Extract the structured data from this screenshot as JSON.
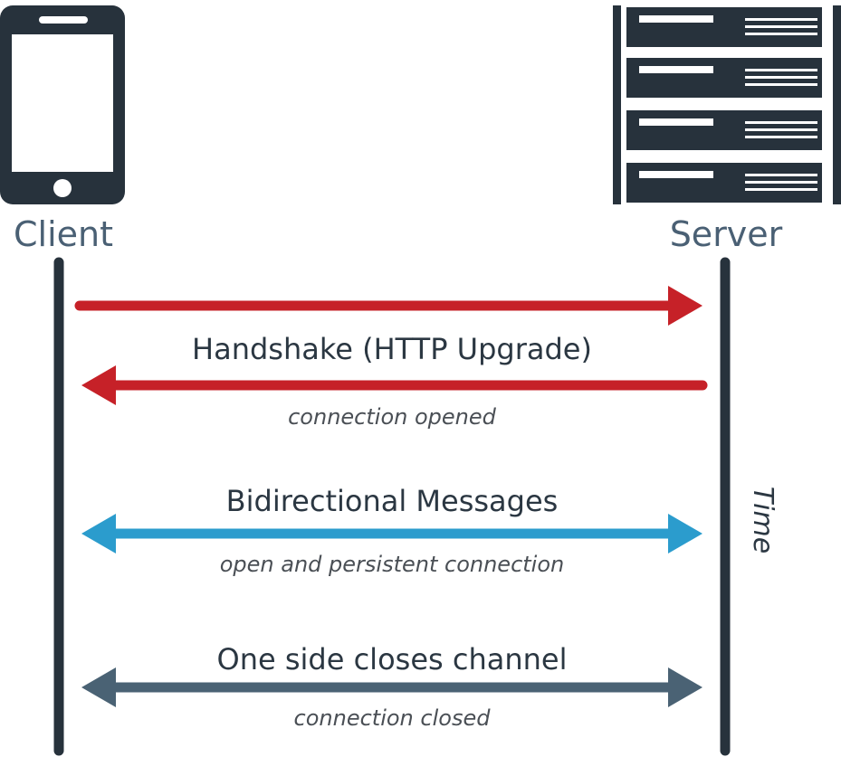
{
  "actors": {
    "client": {
      "label": "Client",
      "icon": "smartphone-icon"
    },
    "server": {
      "label": "Server",
      "icon": "server-rack-icon"
    }
  },
  "time_label": "Time",
  "messages": [
    {
      "label": "Handshake (HTTP Upgrade)",
      "note": "connection opened"
    },
    {
      "label": "Bidirectional Messages",
      "note": "open and persistent connection"
    },
    {
      "label": "One side closes channel",
      "note": "connection closed"
    }
  ],
  "colors": {
    "dark": "#27323c",
    "actor_text": "#4a6074",
    "handshake_red": "#c62128",
    "bidirectional_blue": "#2b9ccd",
    "close_slate": "#4a6274"
  }
}
